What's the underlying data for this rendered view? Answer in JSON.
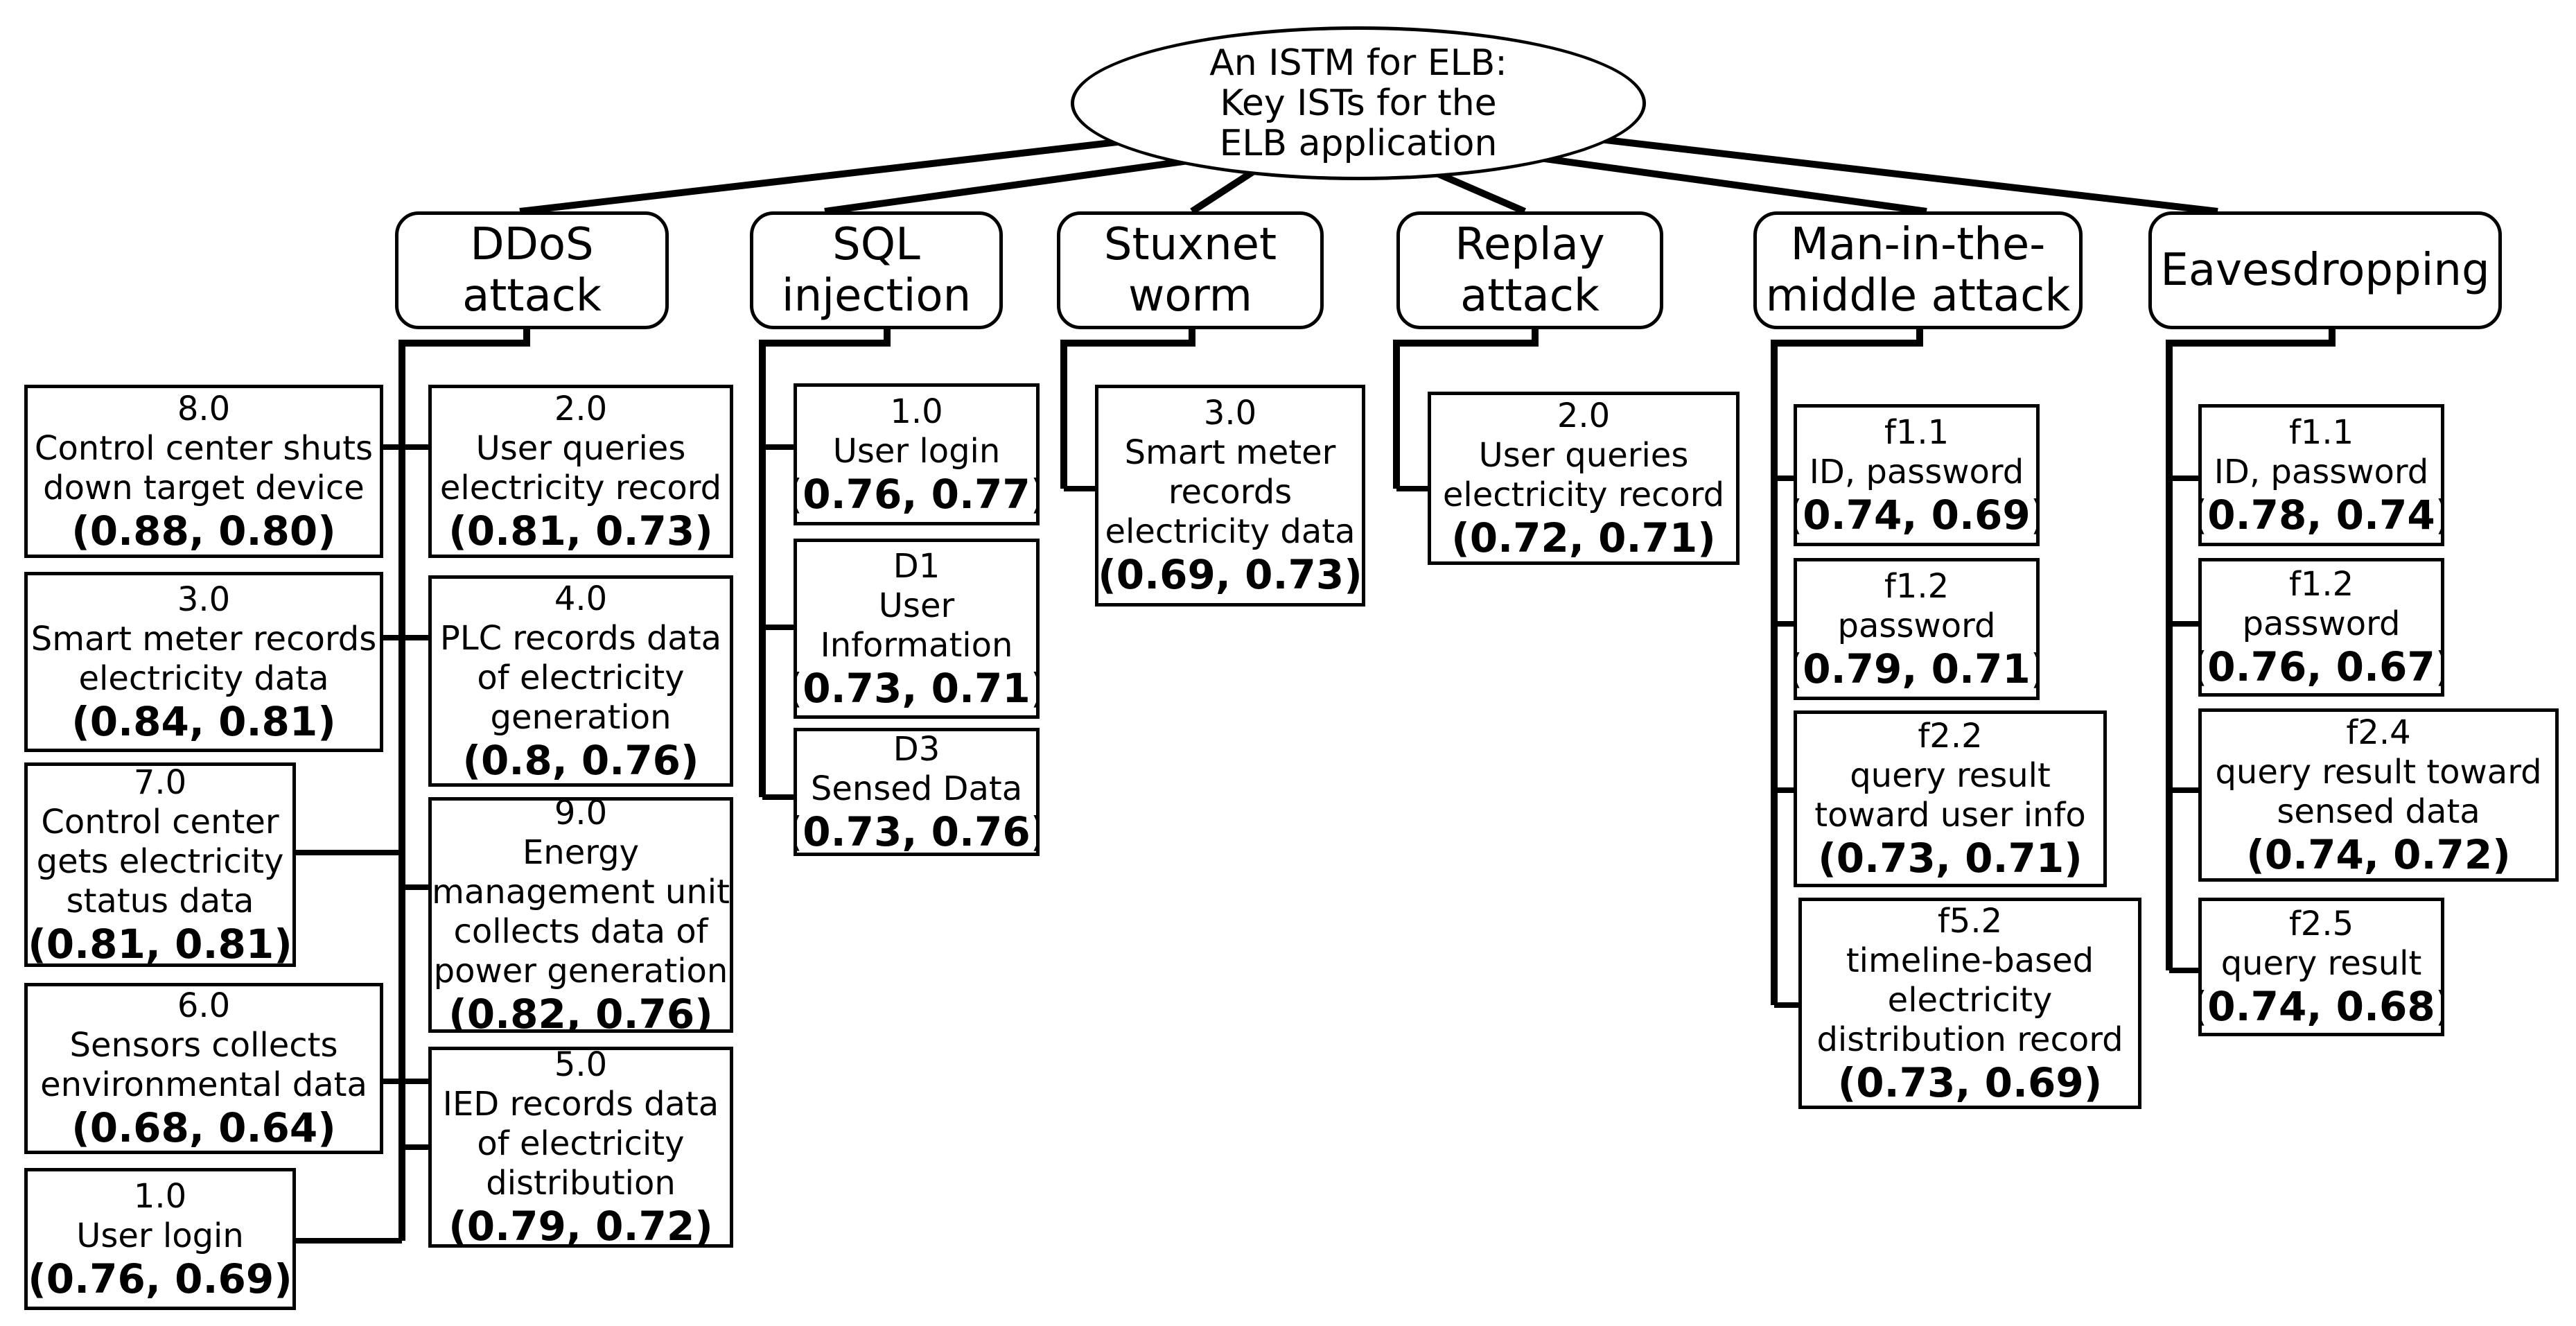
{
  "root": {
    "lines": [
      "An ISTM for ELB:",
      "Key ISTs for the",
      "ELB application"
    ]
  },
  "categories": [
    {
      "lines": [
        "DDoS",
        "attack"
      ]
    },
    {
      "lines": [
        "SQL",
        "injection"
      ]
    },
    {
      "lines": [
        "Stuxnet",
        "worm"
      ]
    },
    {
      "lines": [
        "Replay",
        "attack"
      ]
    },
    {
      "lines": [
        "Man-in-the-",
        "middle attack"
      ]
    },
    {
      "lines": [
        "Eavesdropping"
      ]
    }
  ],
  "leaves": [
    {
      "category": 0,
      "lines": [
        "8.0",
        "Control center shuts",
        "down target device"
      ],
      "score": "(0.88, 0.80)"
    },
    {
      "category": 0,
      "lines": [
        "3.0",
        "Smart meter records",
        "electricity data"
      ],
      "score": "(0.84, 0.81)"
    },
    {
      "category": 0,
      "lines": [
        "7.0",
        "Control center",
        "gets electricity",
        "status data"
      ],
      "score": "(0.81, 0.81)"
    },
    {
      "category": 0,
      "lines": [
        "6.0",
        "Sensors collects",
        "environmental data"
      ],
      "score": "(0.68, 0.64)"
    },
    {
      "category": 0,
      "lines": [
        "1.0",
        "User login"
      ],
      "score": "(0.76, 0.69)"
    },
    {
      "category": 0,
      "lines": [
        "2.0",
        "User queries",
        "electricity record"
      ],
      "score": "(0.81, 0.73)"
    },
    {
      "category": 0,
      "lines": [
        "4.0",
        "PLC records data",
        "of electricity",
        "generation"
      ],
      "score": "(0.8, 0.76)"
    },
    {
      "category": 0,
      "lines": [
        "9.0",
        "Energy",
        "management unit",
        "collects data of",
        "power generation"
      ],
      "score": "(0.82, 0.76)"
    },
    {
      "category": 0,
      "lines": [
        "5.0",
        "IED records data",
        "of electricity",
        "distribution"
      ],
      "score": "(0.79, 0.72)"
    },
    {
      "category": 1,
      "lines": [
        "1.0",
        "User login"
      ],
      "score": "(0.76, 0.77)"
    },
    {
      "category": 1,
      "lines": [
        "D1",
        "User",
        "Information"
      ],
      "score": "(0.73, 0.71)"
    },
    {
      "category": 1,
      "lines": [
        "D3",
        "Sensed Data"
      ],
      "score": "(0.73, 0.76)"
    },
    {
      "category": 2,
      "lines": [
        "3.0",
        "Smart meter",
        "records",
        "electricity data"
      ],
      "score": "(0.69, 0.73)"
    },
    {
      "category": 3,
      "lines": [
        "2.0",
        "User queries",
        "electricity record"
      ],
      "score": "(0.72, 0.71)"
    },
    {
      "category": 4,
      "lines": [
        "f1.1",
        "ID, password"
      ],
      "score": "(0.74, 0.69)"
    },
    {
      "category": 4,
      "lines": [
        "f1.2",
        "password"
      ],
      "score": "(0.79, 0.71)"
    },
    {
      "category": 4,
      "lines": [
        "f2.2",
        "query result",
        "toward user info"
      ],
      "score": "(0.73, 0.71)"
    },
    {
      "category": 4,
      "lines": [
        "f5.2",
        "timeline-based",
        "electricity",
        "distribution record"
      ],
      "score": "(0.73, 0.69)"
    },
    {
      "category": 5,
      "lines": [
        "f1.1",
        "ID, password"
      ],
      "score": "(0.78, 0.74)"
    },
    {
      "category": 5,
      "lines": [
        "f1.2",
        "password"
      ],
      "score": "(0.76, 0.67)"
    },
    {
      "category": 5,
      "lines": [
        "f2.4",
        "query result toward",
        "sensed data"
      ],
      "score": "(0.74, 0.72)"
    },
    {
      "category": 5,
      "lines": [
        "f2.5",
        "query result"
      ],
      "score": "(0.74, 0.68)"
    }
  ]
}
